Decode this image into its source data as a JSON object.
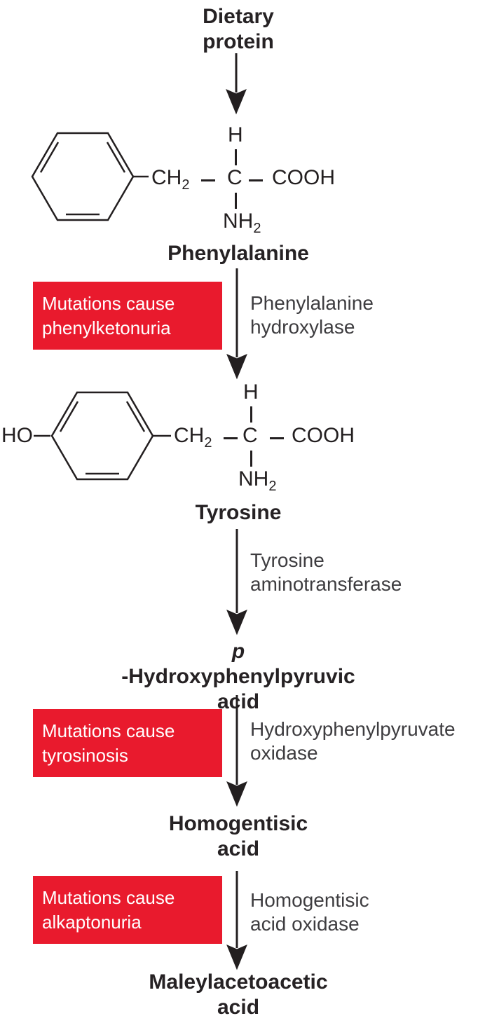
{
  "colors": {
    "mutation_box_bg": "#e91a2d",
    "mutation_box_text": "#ffffff",
    "ink": "#231f20",
    "enzyme_text": "#3e3d40",
    "background": "#ffffff"
  },
  "source": {
    "lines": [
      "Dietary",
      "protein"
    ]
  },
  "phenylalanine": {
    "name": "Phenylalanine",
    "h": "H",
    "c": "C",
    "ch2_base": "CH",
    "ch2_sub": "2",
    "cooh": "COOH",
    "nh2_base": "NH",
    "nh2_sub": "2"
  },
  "tyrosine": {
    "name": "Tyrosine",
    "ho": "HO",
    "h": "H",
    "c": "C",
    "ch2_base": "CH",
    "ch2_sub": "2",
    "cooh": "COOH",
    "nh2_base": "NH",
    "nh2_sub": "2"
  },
  "steps": [
    {
      "enzyme_lines": [
        "Phenylalanine",
        "hydroxylase"
      ],
      "mutation_lines": [
        "Mutations cause",
        "phenylketonuria"
      ]
    },
    {
      "enzyme_lines": [
        "Tyrosine",
        "aminotransferase"
      ],
      "mutation_lines": []
    },
    {
      "enzyme_lines": [
        "Hydroxyphenylpyruvate",
        "oxidase"
      ],
      "mutation_lines": [
        "Mutations cause",
        "tyrosinosis"
      ]
    },
    {
      "enzyme_lines": [
        "Homogentisic",
        "acid oxidase"
      ],
      "mutation_lines": [
        "Mutations cause",
        "alkaptonuria"
      ]
    }
  ],
  "metabolites": {
    "phpp_prefix_italic": "p",
    "phpp_line1_rest": "-Hydroxyphenylpyruvic",
    "phpp_line2": "acid",
    "homogentisic_lines": [
      "Homogentisic",
      "acid"
    ],
    "maleylacetoacetic_lines": [
      "Maleylacetoacetic",
      "acid"
    ]
  }
}
